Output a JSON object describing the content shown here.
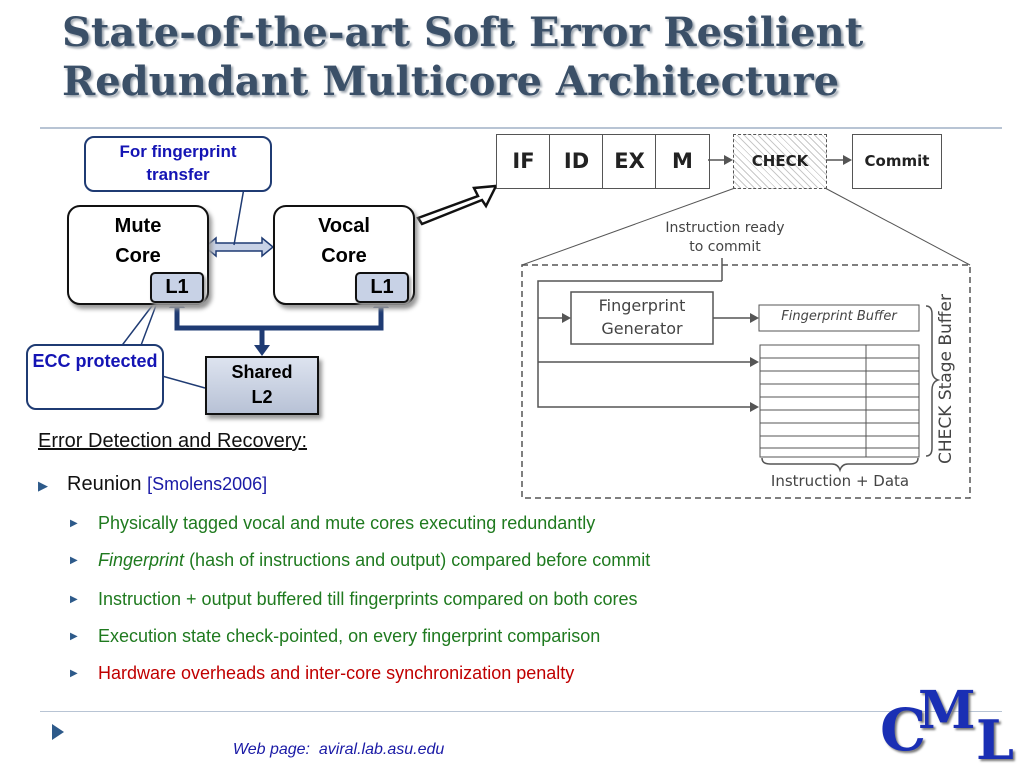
{
  "slide": {
    "title_line1": "State-of-the-art Soft Error Resilient",
    "title_line2": "Redundant Multicore Architecture"
  },
  "left_diagram": {
    "callout_fingerprint": "For fingerprint transfer",
    "mute_core": "Mute Core",
    "vocal_core": "Vocal Core",
    "l1_left": "L1",
    "l1_right": "L1",
    "shared_l2": "Shared L2",
    "callout_ecc": "ECC protected"
  },
  "pipeline": {
    "stages": [
      "IF",
      "ID",
      "EX",
      "M"
    ],
    "check": "CHECK",
    "commit": "Commit",
    "ready_label": "Instruction ready to commit",
    "fingerprint_generator": "Fingerprint Generator",
    "fingerprint_buffer": "Fingerprint Buffer",
    "buffer_side_label": "CHECK Stage Buffer",
    "instr_data_label": "Instruction + Data"
  },
  "content": {
    "heading": "Error Detection and Recovery:",
    "reunion": "Reunion",
    "reunion_cite": "[Smolens2006]",
    "sub1": "Physically tagged vocal and mute cores executing redundantly",
    "sub2_em": "Fingerprint",
    "sub2_rest": "(hash of instructions and output) compared before commit",
    "sub3": "Instruction + output buffered till fingerprints compared on both cores",
    "sub4": "Execution state check-pointed, on every fingerprint comparison",
    "sub5": "Hardware overheads and inter-core synchronization penalty"
  },
  "footer": {
    "web_label": "Web page:",
    "web_url": "aviral.lab.asu.edu"
  },
  "logo": {
    "letters": [
      "C",
      "M",
      "L"
    ]
  },
  "colors": {
    "title": "#3b5068",
    "callout_text": "#1414b4",
    "bullet_green": "#1f7a1f",
    "bullet_red": "#c00000",
    "arrow_navy": "#1f3b73"
  }
}
